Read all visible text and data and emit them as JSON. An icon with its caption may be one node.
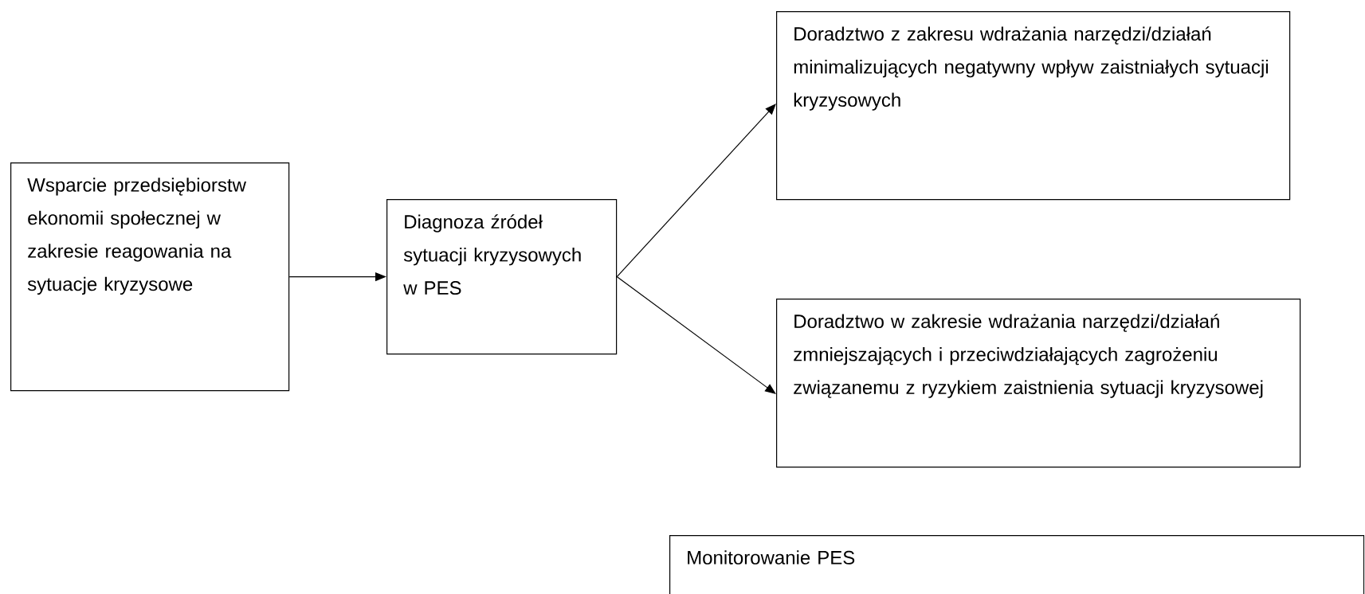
{
  "diagram": {
    "nodes": [
      {
        "text": [
          "Wsparcie przedsiębiorstw ekonomii społecznej w zakresie reagowania na sytuacje kryzysowe"
        ]
      },
      {
        "text": [
          "Diagnoza źródeł sytuacji kryzysowych w PES"
        ]
      },
      {
        "text": [
          "Doradztwo z zakresu wdrażania narzędzi/działań minimalizujących negatywny wpływ zaistniałych sytuacji kryzysowych"
        ]
      },
      {
        "text": [
          "Doradztwo w zakresie wdrażania narzędzi/działań zmniejszających i przeciwdziałających zagrożeniu związanemu z ryzykiem zaistnienia sytuacji kryzysowej"
        ]
      },
      {
        "text": [
          "Monitorowanie PES"
        ]
      }
    ],
    "edges": [
      {
        "from": 0,
        "to": 1,
        "arrow": "to"
      },
      {
        "from": 1,
        "to": 2,
        "arrow": "to"
      },
      {
        "from": 1,
        "to": 3,
        "arrow": "to"
      }
    ]
  }
}
